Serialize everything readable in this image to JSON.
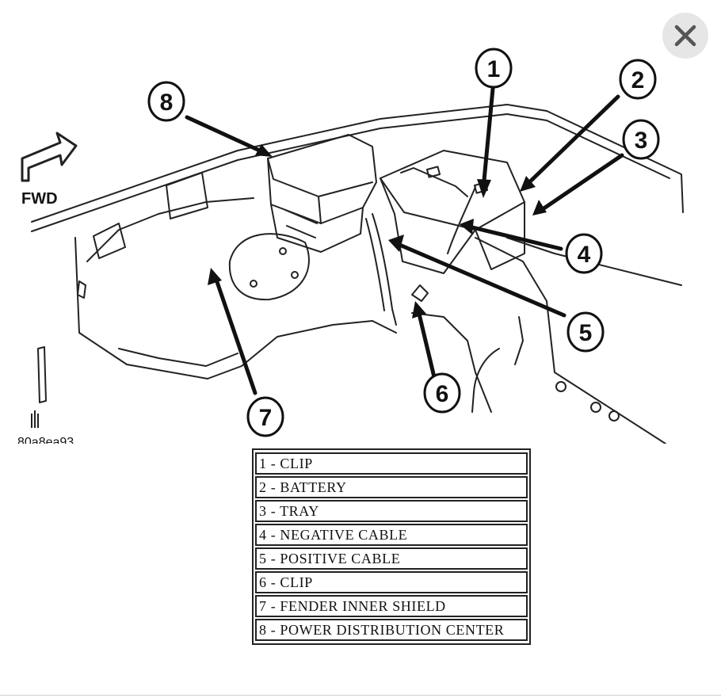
{
  "close_button": {
    "icon": "close-icon"
  },
  "diagram": {
    "fwd_label": "FWD",
    "reference_code": "80a8ea93",
    "callouts": [
      "1",
      "2",
      "3",
      "4",
      "5",
      "6",
      "7",
      "8"
    ]
  },
  "legend": {
    "items": [
      "1 - CLIP",
      "2 - BATTERY",
      "3 - TRAY",
      "4 - NEGATIVE CABLE",
      "5 - POSITIVE CABLE",
      "6 - CLIP",
      "7 - FENDER INNER SHIELD",
      "8 - POWER DISTRIBUTION CENTER"
    ]
  }
}
